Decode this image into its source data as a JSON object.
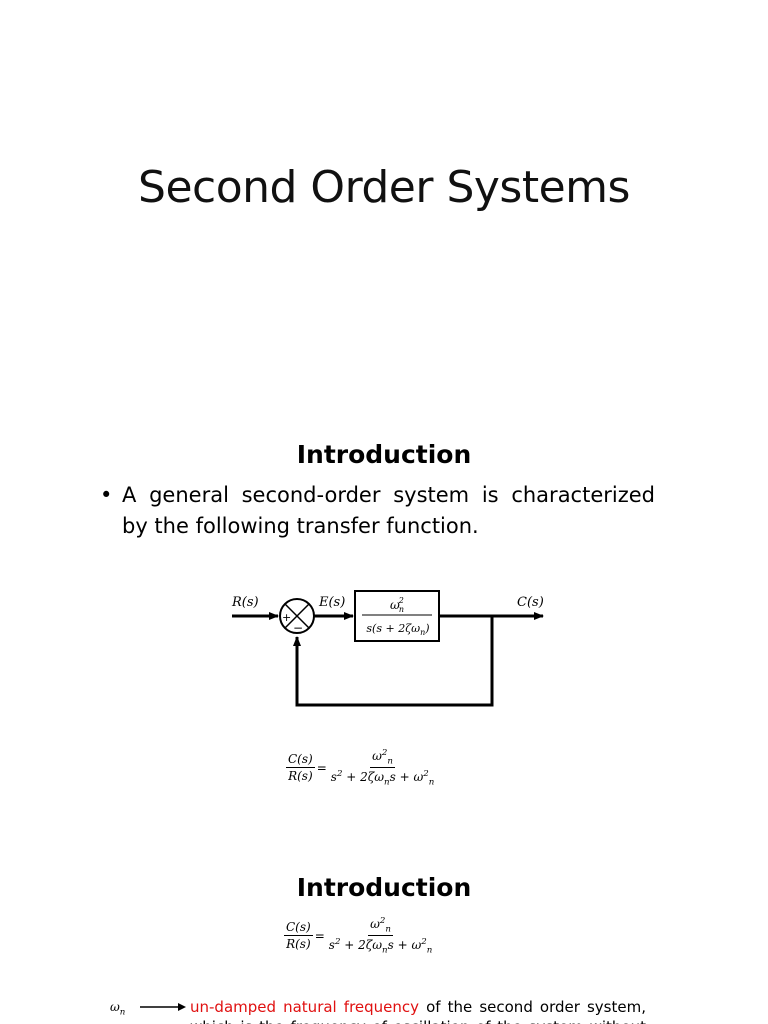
{
  "slide1": {
    "title": "Second Order Systems"
  },
  "slide2": {
    "heading": "Introduction",
    "bullet_symbol": "•",
    "bullet_text": "A general second-order system is characterized by the following transfer function.",
    "diagram": {
      "input_label": "R(s)",
      "error_label": "E(s)",
      "output_label": "C(s)",
      "plus_sign": "+",
      "minus_sign": "−",
      "block_numerator": "ω",
      "block_numerator_sup": "2",
      "block_numerator_sub": "n",
      "block_denominator": "s(s + 2ζω",
      "block_denominator_sub": "n",
      "block_denominator_end": ")"
    },
    "equation": {
      "lhs_num": "C(s)",
      "lhs_den": "R(s)",
      "equals": "=",
      "rhs_num": "ω",
      "rhs_num_sup": "2",
      "rhs_num_sub": "n",
      "rhs_den_a": "s",
      "rhs_den_a_sup": "2",
      "rhs_den_b": " + 2ζω",
      "rhs_den_b_sub": "n",
      "rhs_den_c": "s + ω",
      "rhs_den_c_sup": "2",
      "rhs_den_c_sub": "n"
    }
  },
  "slide3": {
    "heading": "Introduction",
    "definition": {
      "symbol": "ω",
      "symbol_sub": "n",
      "highlight": "un-damped natural frequency",
      "text": " of the second order system, which is the frequency of oscillation of the system without"
    },
    "colors": {
      "highlight": "#e01010"
    }
  }
}
